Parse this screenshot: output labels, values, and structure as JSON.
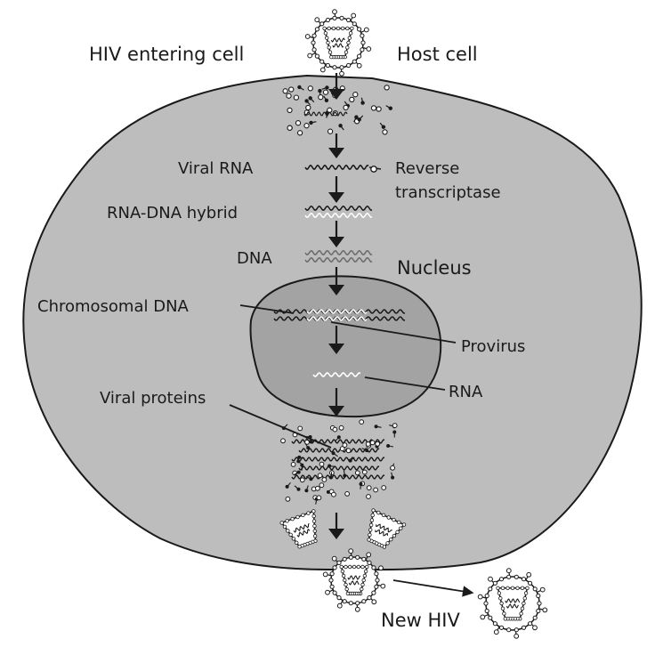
{
  "labels": {
    "hiv_entering": "HIV entering cell",
    "host_cell": "Host cell",
    "viral_rna": "Viral RNA",
    "reverse_transcriptase_1": "Reverse",
    "reverse_transcriptase_2": "transcriptase",
    "rna_dna_hybrid": "RNA-DNA hybrid",
    "dna": "DNA",
    "nucleus": "Nucleus",
    "chromosomal_dna": "Chromosomal DNA",
    "provirus": "Provirus",
    "rna": "RNA",
    "viral_proteins": "Viral proteins",
    "new_hiv": "New HIV"
  },
  "colors": {
    "cytoplasm": "#bdbdbd",
    "nucleus": "#a3a3a3",
    "outline": "#1a1a1a",
    "rna_strand": "#ffffff",
    "particle_fill": "#ffffff"
  }
}
